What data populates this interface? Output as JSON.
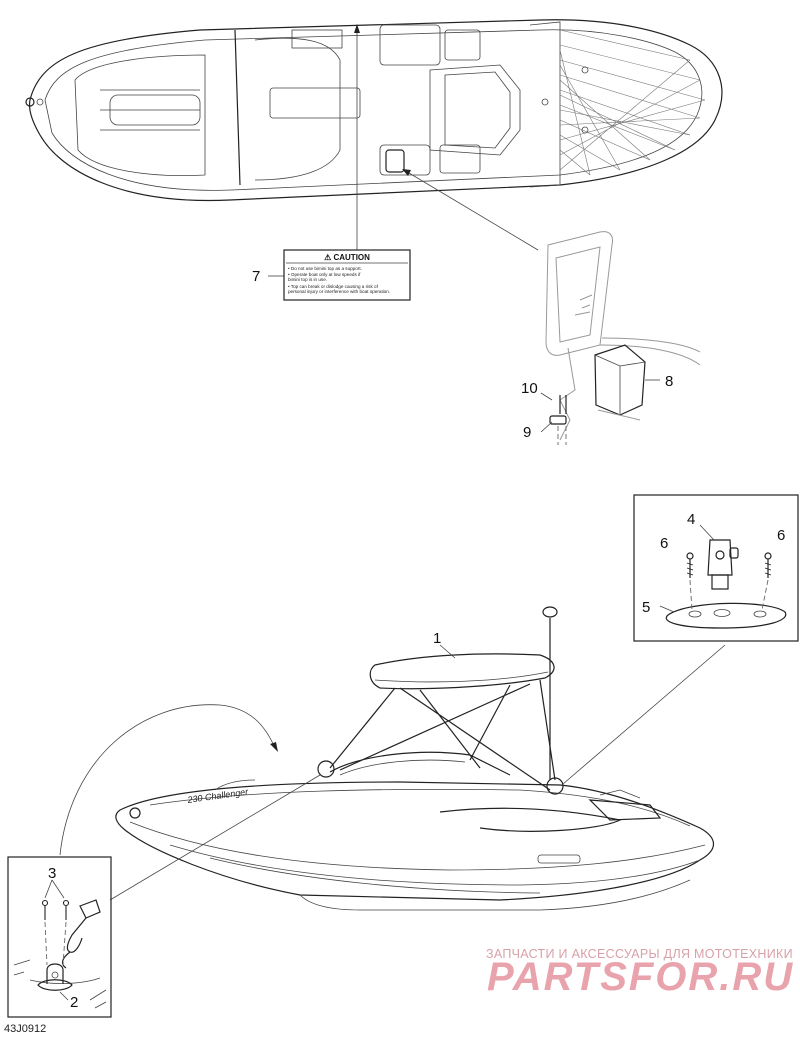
{
  "callouts": {
    "c1": "1",
    "c2": "2",
    "c3": "3",
    "c4": "4",
    "c5": "5",
    "c6a": "6",
    "c6b": "6",
    "c7": "7",
    "c8": "8",
    "c9": "9",
    "c10": "10"
  },
  "caution_label": {
    "header": "⚠ CAUTION",
    "lines": [
      "• Do not use bimini top as a support.",
      "• Operate boat only at low speeds if",
      "  bimini top is in use.",
      "• Top can break or dislodge causing a risk of",
      "  personal injury or interference with boat operation."
    ]
  },
  "boat_name": "230 Challenger",
  "drawing_code": "43J0912",
  "watermark": {
    "line1": "ЗАПЧАСТИ И АКСЕССУАРЫ ДЛЯ МОТОТЕХНИКИ",
    "line2": "PARTSFOR.RU"
  },
  "colors": {
    "line": "#222222",
    "watermark": "#e9a3ad"
  }
}
